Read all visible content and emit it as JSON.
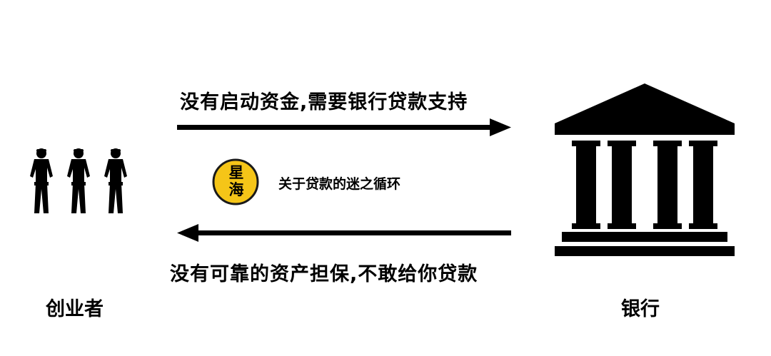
{
  "top_caption": "没有启动资金,需要银行贷款支持",
  "bottom_caption": "没有可靠的资产担保,不敢给你贷款",
  "logo": {
    "badge_text": "星海",
    "title": "关于贷款的迷之循环"
  },
  "left_label": "创业者",
  "right_label": "银行",
  "colors": {
    "foreground": "#000000",
    "badge_fill": "#f5c518",
    "badge_border": "#1a1a1a"
  },
  "icons": {
    "left": "workers-silhouette-icon",
    "right": "bank-building-icon",
    "arrow_top": "arrow-right-icon",
    "arrow_bottom": "arrow-left-icon"
  }
}
